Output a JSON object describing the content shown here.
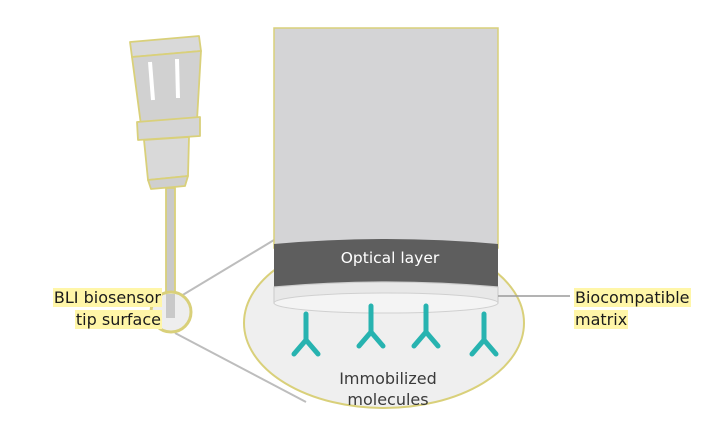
{
  "labels": {
    "sensor_line1": "BLI biosensor",
    "sensor_line2": "tip surface",
    "optical_layer": "Optical layer",
    "matrix_line1": "Biocompatible",
    "matrix_line2": "matrix",
    "molecules_line1": "Immobilized",
    "molecules_line2": "molecules"
  },
  "colors": {
    "highlight": "#fff6a8",
    "outline": "#d9d07a",
    "fiber_gray": "#d4d4d6",
    "optical_band": "#5e5e5e",
    "antibody": "#27b3b0",
    "zoom_circle": "#f1f1f1"
  },
  "icons": {
    "antibody": "y-shaped-antibody-icon",
    "probe": "biosensor-probe-icon"
  }
}
